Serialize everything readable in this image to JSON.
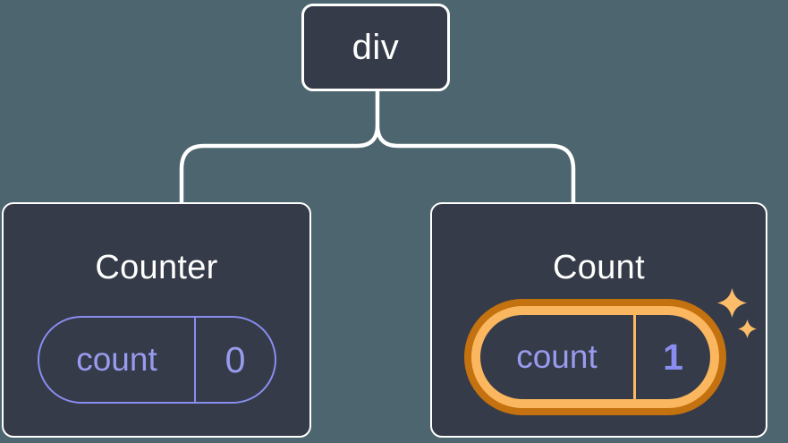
{
  "diagram": {
    "description": "React component tree diagram: a div root with two child components showing state pills",
    "root": {
      "label": "div"
    },
    "children": [
      {
        "title": "Counter",
        "state": {
          "key": "count",
          "value": "0"
        },
        "highlighted": false
      },
      {
        "title": "Count",
        "state": {
          "key": "count",
          "value": "1"
        },
        "highlighted": true
      }
    ],
    "icons": [
      "sparkles-icon"
    ],
    "colors": {
      "background_teal": "#4d656e",
      "node_fill": "#353b48",
      "node_border": "#ffffff",
      "connector": "#ffffff",
      "state_pill_accent": "#8a8df0",
      "state_text_lavender": "#989bee",
      "highlight_ring_outer": "#c4710f",
      "highlight_ring_inner": "#fbb75f",
      "sparkle": "#fcbd6b",
      "title_text": "#ffffff"
    }
  }
}
